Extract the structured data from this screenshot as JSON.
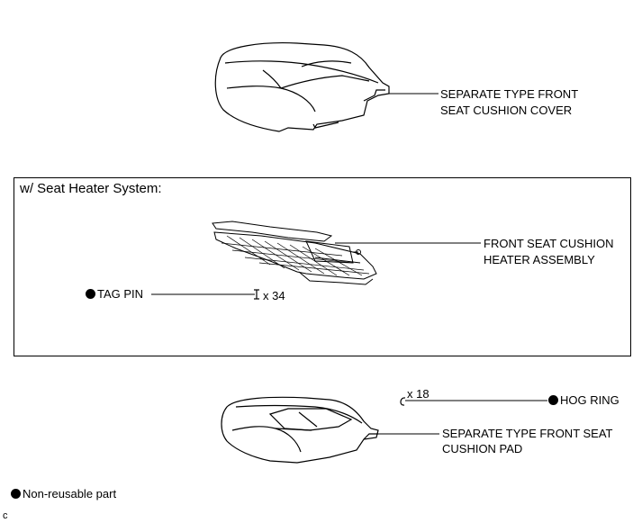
{
  "labels": {
    "cover_line1": "SEPARATE TYPE FRONT",
    "cover_line2": "SEAT CUSHION COVER",
    "heater_line1": "FRONT SEAT CUSHION",
    "heater_line2": "HEATER ASSEMBLY",
    "tag_pin": "TAG PIN",
    "tag_pin_qty": "x 34",
    "hog_ring_qty": "x 18",
    "hog_ring": "HOG RING",
    "pad_line1": "SEPARATE TYPE FRONT SEAT",
    "pad_line2": "CUSHION PAD",
    "legend": "Non-reusable part",
    "corner_mark": "c"
  },
  "box": {
    "title": "w/ Seat Heater System:"
  }
}
